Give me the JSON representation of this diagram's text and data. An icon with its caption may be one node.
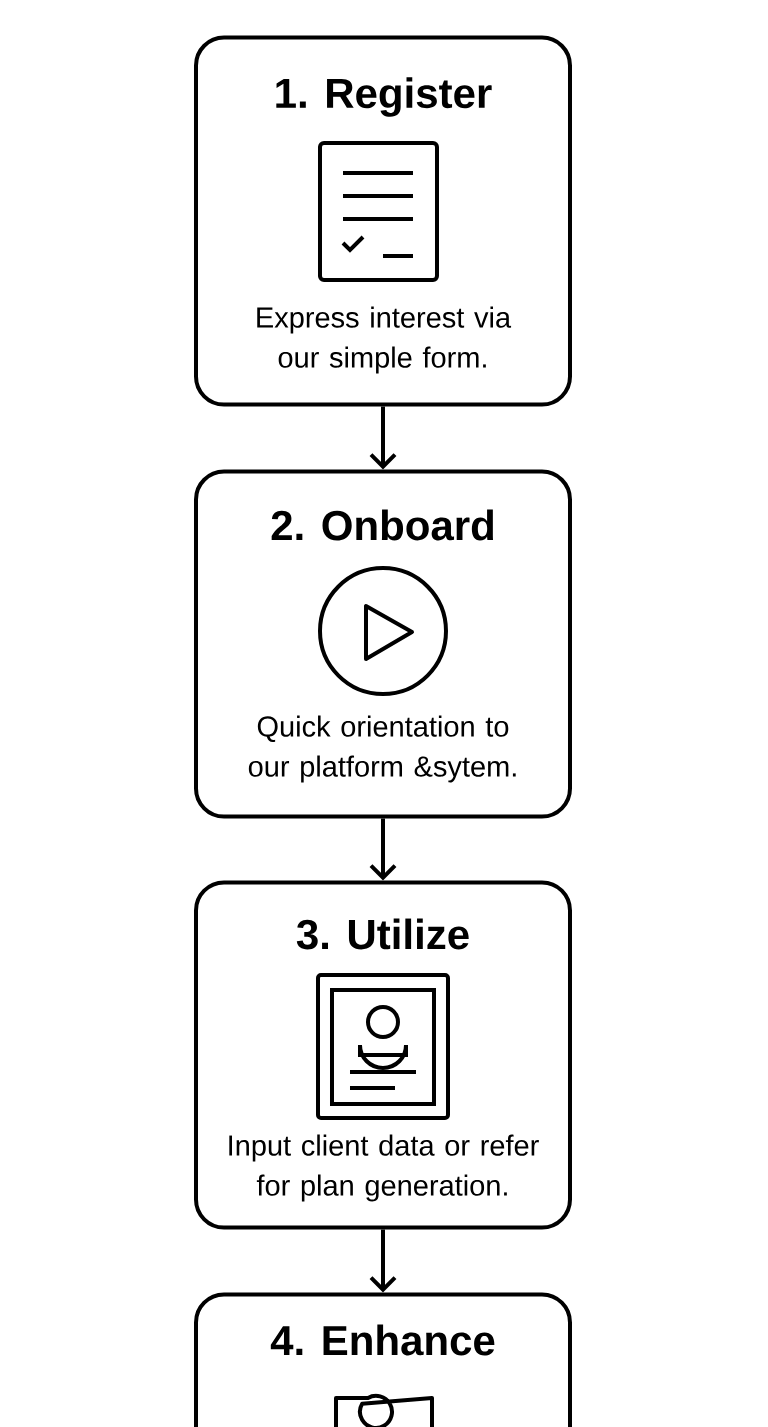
{
  "diagram": {
    "nodes": [
      {
        "text": [
          "1. Register",
          "Express interest via our simple form."
        ]
      },
      {
        "text": [
          "2. Onboard",
          "Quick orientation to our platform &sytem."
        ]
      },
      {
        "text": [
          "3. Utilize",
          "Input client data or refer for plan generation."
        ]
      },
      {
        "text": [
          "4. Enhance"
        ]
      }
    ],
    "edges": [
      {
        "from": 0,
        "to": 1,
        "arrow": "to"
      },
      {
        "from": 1,
        "to": 2,
        "arrow": "to"
      },
      {
        "from": 2,
        "to": 3,
        "arrow": "to"
      }
    ]
  }
}
